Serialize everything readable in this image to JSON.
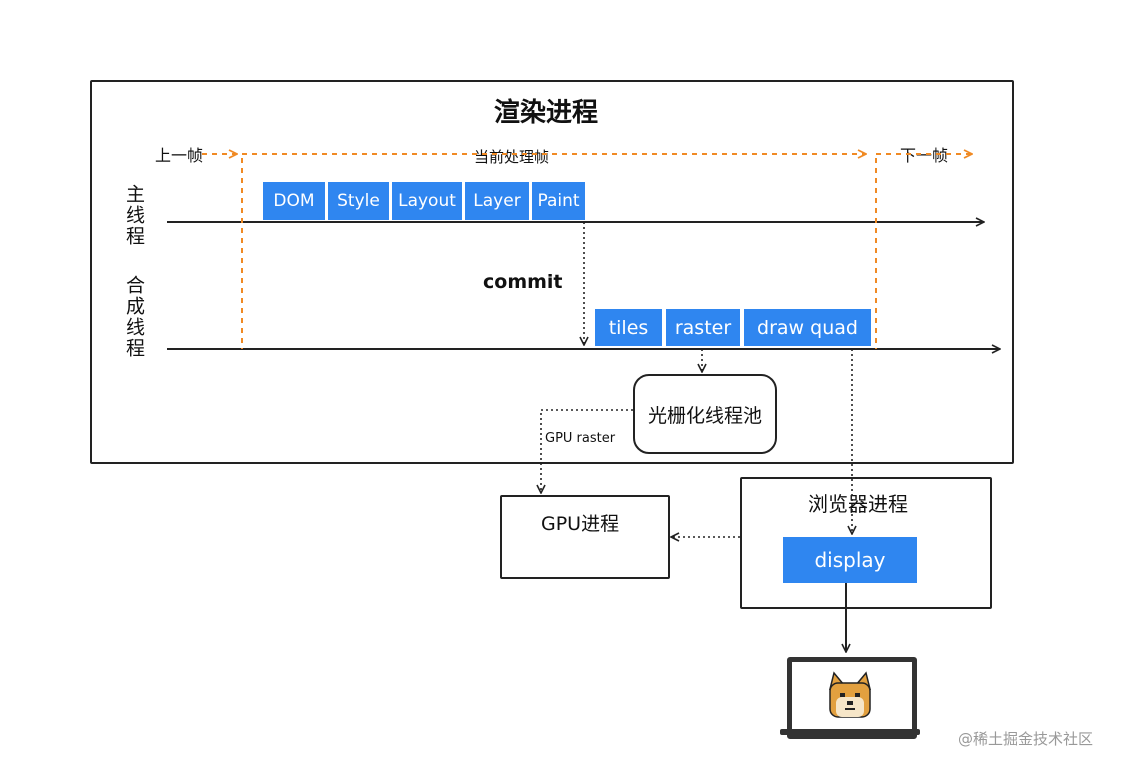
{
  "render_process": {
    "title": "渲染进程"
  },
  "frames": {
    "prev": "上一帧",
    "current": "当前处理帧",
    "next": "下一帧"
  },
  "threads": {
    "main": "主线程",
    "compositor": "合成线程"
  },
  "main_steps": [
    "DOM",
    "Style",
    "Layout",
    "Layer",
    "Paint"
  ],
  "commit_label": "commit",
  "compositor_steps": [
    "tiles",
    "raster",
    "draw quad"
  ],
  "raster_pool": "光栅化线程池",
  "gpu_raster_label": "GPU raster",
  "gpu_process": "GPU进程",
  "browser_process": {
    "title": "浏览器进程",
    "display": "display"
  },
  "watermark": "@稀土掘金技术社区",
  "colors": {
    "accent_blue": "#2f86f0",
    "frame_orange": "#f08a24",
    "line": "#222222"
  }
}
